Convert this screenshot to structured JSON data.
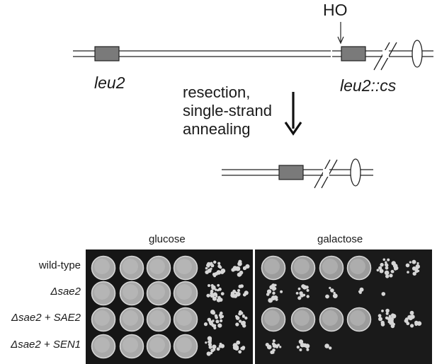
{
  "diagram": {
    "locus_left_label": "leu2",
    "locus_right_label": "leu2::cs",
    "cut_label": "HO",
    "process_lines": [
      "resection,",
      "single-strand",
      "annealing"
    ]
  },
  "spot_assay": {
    "conditions": [
      "glucose",
      "galactose"
    ],
    "strains": [
      {
        "prefix": "",
        "name": "wild-type",
        "suffix": ""
      },
      {
        "prefix": "Δ",
        "name": "sae2",
        "suffix": ""
      },
      {
        "prefix": "Δ",
        "name": "sae2",
        "suffix": " + SAE2"
      },
      {
        "prefix": "Δ",
        "name": "sae2",
        "suffix": " + SEN1"
      }
    ],
    "growth": {
      "glucose": [
        [
          1,
          1,
          1,
          1,
          0.8,
          0.5
        ],
        [
          1,
          1,
          1,
          1,
          0.8,
          0.5
        ],
        [
          1,
          1,
          1,
          1,
          0.8,
          0.5
        ],
        [
          1,
          1,
          1,
          1,
          0.7,
          0.4
        ]
      ],
      "galactose": [
        [
          1,
          1,
          1,
          1,
          0.8,
          0.5
        ],
        [
          0.6,
          0.45,
          0.2,
          0.1,
          0.05,
          0
        ],
        [
          1,
          1,
          1,
          1,
          0.8,
          0.5
        ],
        [
          0.5,
          0.25,
          0.08,
          0,
          0,
          0
        ]
      ]
    }
  }
}
